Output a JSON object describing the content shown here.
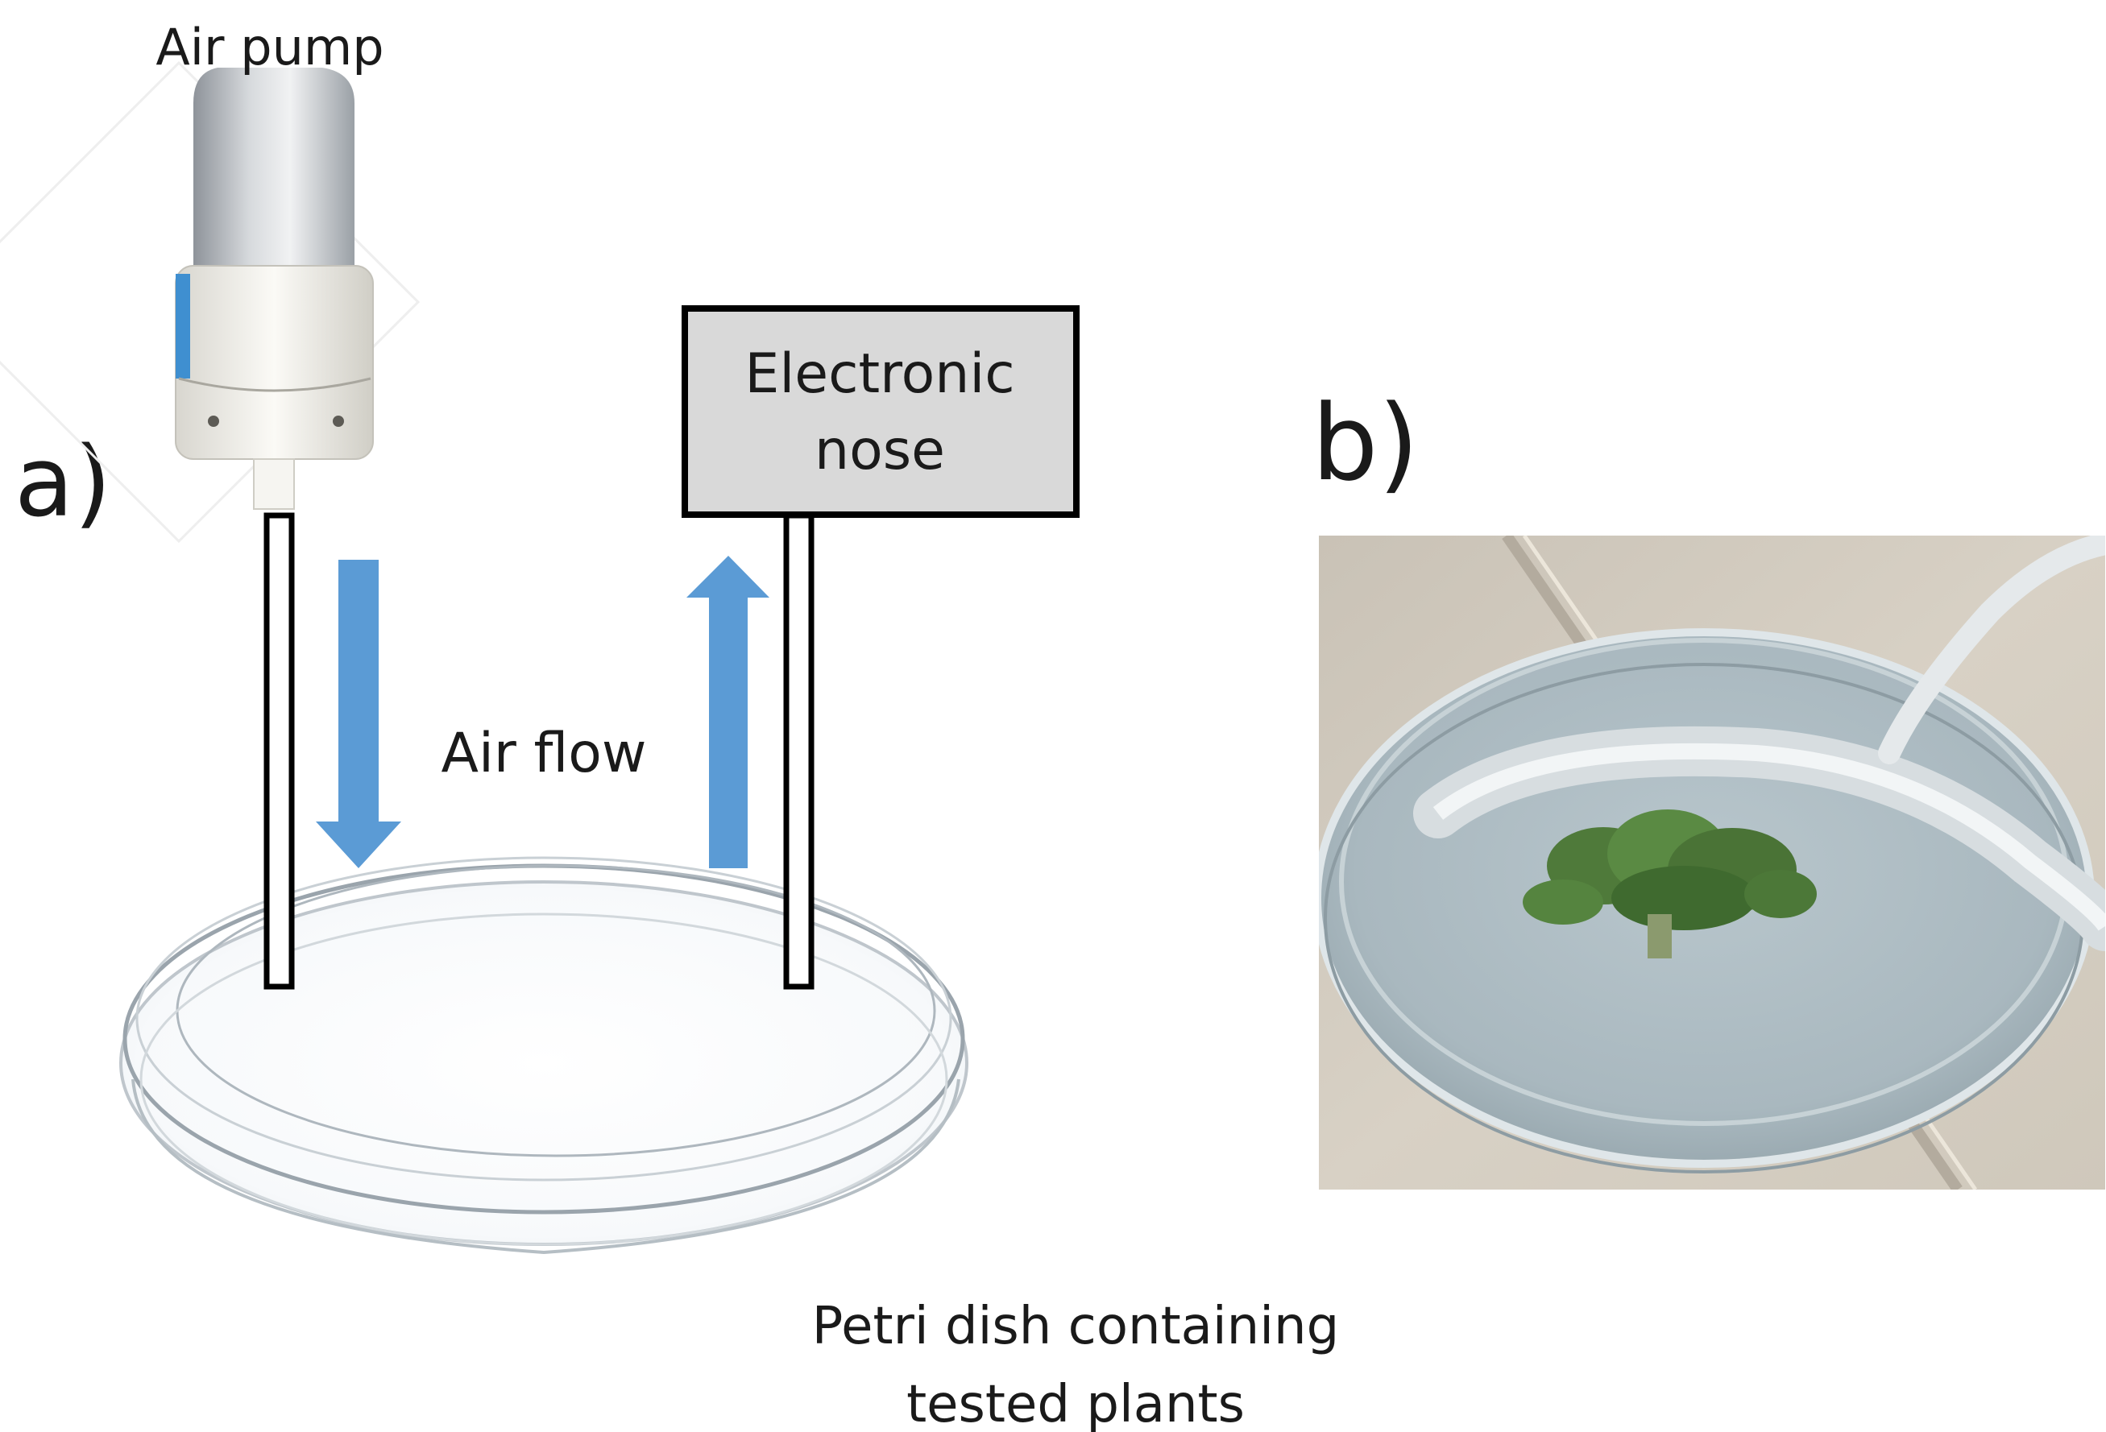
{
  "panel_a": {
    "label": "a)",
    "air_pump_label": "Air pump",
    "enose_label_line1": "Electronic",
    "enose_label_line2": "nose",
    "airflow_label": "Air flow",
    "dish_label_line1": "Petri dish containing",
    "dish_label_line2": "tested plants"
  },
  "panel_b": {
    "label": "b)"
  },
  "colors": {
    "arrow": "#5b9bd5",
    "enose_box_fill": "#d9d9d9",
    "outline": "#000000"
  }
}
